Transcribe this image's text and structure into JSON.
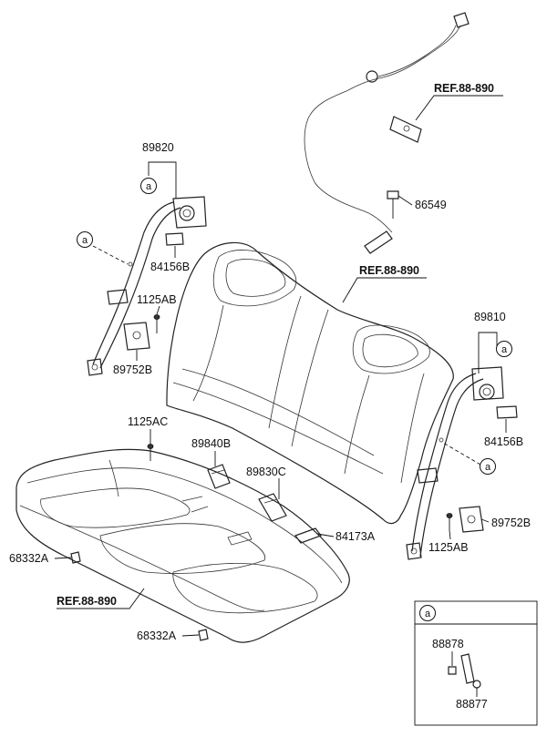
{
  "labels": {
    "p89820": "89820",
    "p84156b_l": "84156B",
    "p1125ab_l": "1125AB",
    "p89752b_l": "89752B",
    "p1125ac": "1125AC",
    "p89840b": "89840B",
    "p89830c": "89830C",
    "p84173a": "84173A",
    "p68332a_1": "68332A",
    "p68332a_2": "68332A",
    "p86549": "86549",
    "p89810": "89810",
    "p84156b_r": "84156B",
    "p89752b_r": "89752B",
    "p1125ab_r": "1125AB",
    "p88878": "88878",
    "p88877": "88877"
  },
  "refs": {
    "ref_top": "REF.88-890",
    "ref_seat_back": "REF.88-890",
    "ref_cushion": "REF.88-890"
  },
  "callouts": {
    "a_89820": "a",
    "a_left_belt": "a",
    "a_89810": "a",
    "a_right_belt": "a",
    "a_inset": "a"
  }
}
